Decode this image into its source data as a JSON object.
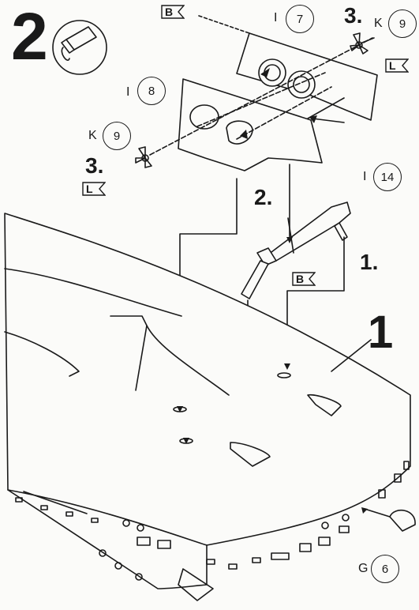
{
  "step": {
    "number": "2",
    "glue_icon": "glue-tube-icon"
  },
  "part_refs": {
    "i7": {
      "prefix": "I",
      "num": "7"
    },
    "i8": {
      "prefix": "I",
      "num": "8"
    },
    "i14": {
      "prefix": "I",
      "num": "14"
    },
    "k9_top": {
      "prefix": "K",
      "num": "9"
    },
    "k9_left": {
      "prefix": "K",
      "num": "9"
    },
    "g6": {
      "prefix": "G",
      "num": "6"
    }
  },
  "flags": {
    "b_top": "B",
    "b_mid": "B",
    "l_top": "L",
    "l_left": "L"
  },
  "sequence": {
    "three_top": "3.",
    "three_left": "3.",
    "two": "2.",
    "one": "1."
  },
  "hull_part": "1"
}
